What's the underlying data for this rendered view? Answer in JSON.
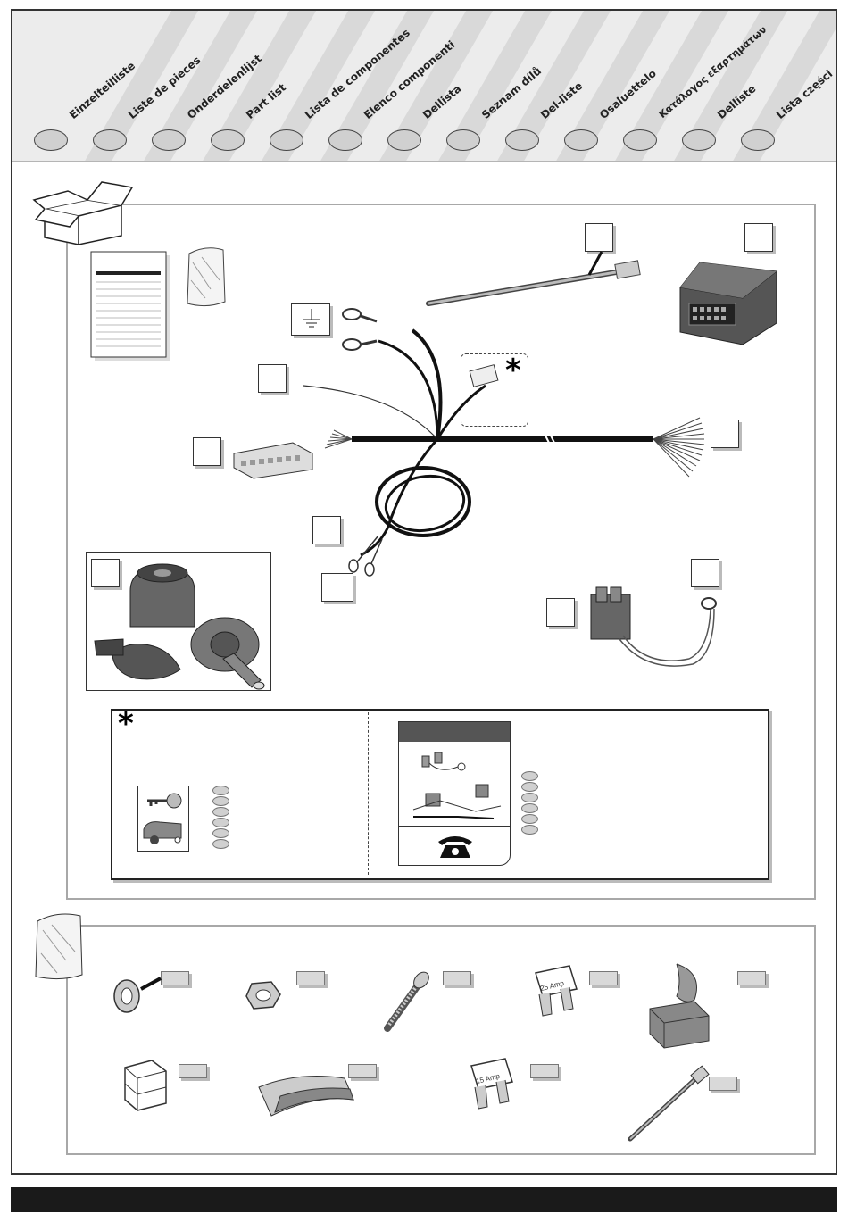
{
  "header": {
    "languages": [
      "Einzelteilliste",
      "Liste de pieces",
      "Onderdelenlijst",
      "Part list",
      "Lista de componentes",
      "Elenco componenti",
      "Dellista",
      "Seznam dílů",
      "Del-liste",
      "Osaluettelo",
      "Κατάλογος εξαρτημάτων",
      "Delliste",
      "Lista części"
    ]
  },
  "accessory_kits": {
    "fuse_large_label": "25 Amp",
    "fuse_small_label": "15 Amp"
  },
  "icons": [
    "box-icon",
    "bag-icon",
    "asterisk-icon",
    "key-icon",
    "caravan-icon",
    "telephone-icon",
    "ground-icon"
  ],
  "colors": {
    "header_bg": "#ececec",
    "stripe": "#d9d9d9",
    "panel_border": "#a8a8a8",
    "footer": "#1a1a1a"
  }
}
